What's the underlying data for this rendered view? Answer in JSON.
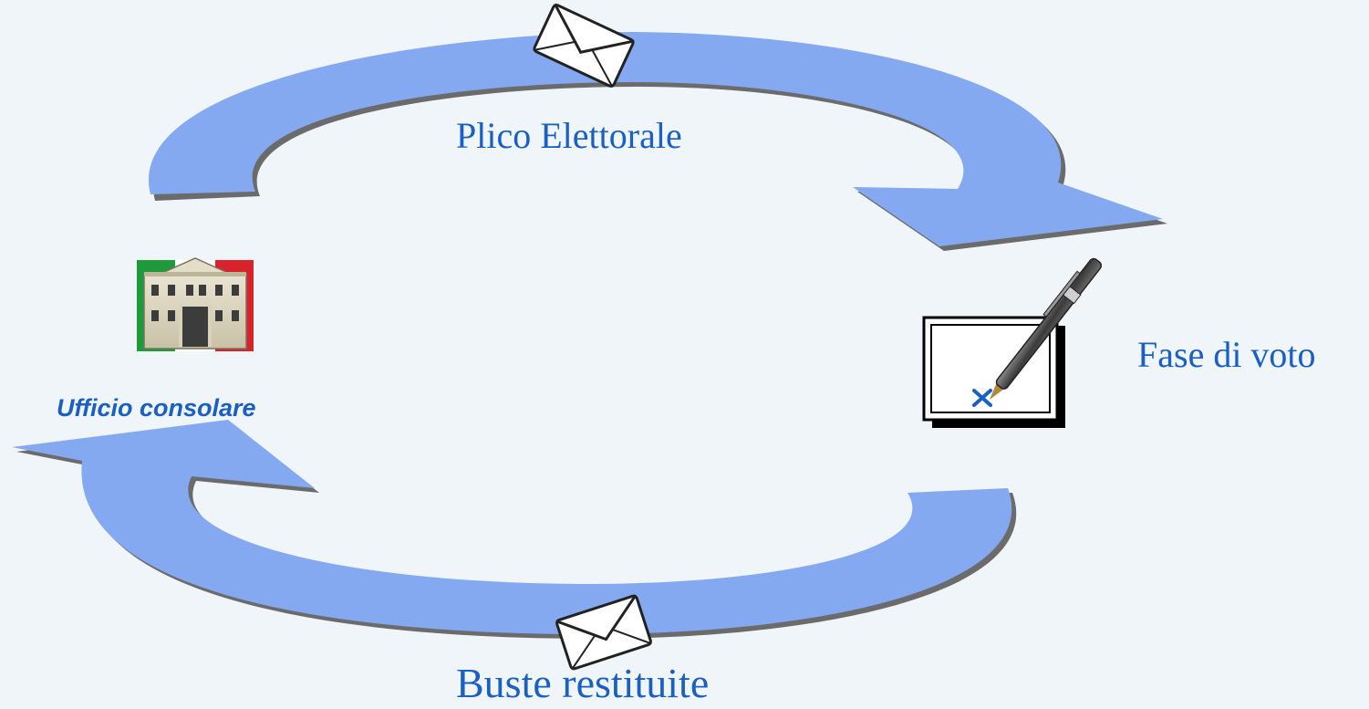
{
  "labels": {
    "top": "Plico Elettorale",
    "right": "Fase di voto",
    "bottom": "Buste restituite",
    "left": "Ufficio consolare"
  },
  "icons": {
    "top_envelope": "envelope-icon",
    "bottom_envelope": "envelope-icon",
    "ballot": "ballot-pen-icon",
    "consulate": "consulate-building-icon"
  },
  "colors": {
    "background": "#f0f5fa",
    "arrow": "#85a9f0",
    "arrow_shadow": "#6b6b6b",
    "text": "#1a5fc2",
    "flag_green": "#1f9a3a",
    "flag_red": "#d8232a"
  }
}
